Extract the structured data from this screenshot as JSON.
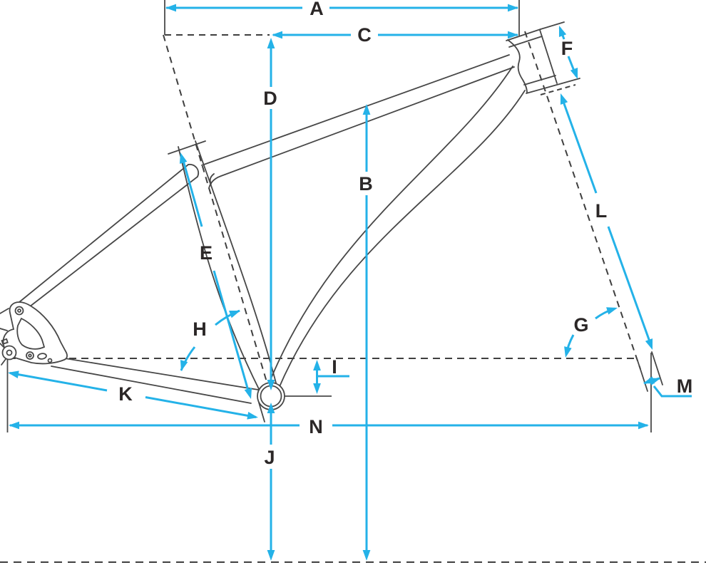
{
  "diagram": {
    "kind": "bicycle-frame-geometry",
    "dims": [
      {
        "id": "A",
        "letter": "A"
      },
      {
        "id": "B",
        "letter": "B"
      },
      {
        "id": "C",
        "letter": "C"
      },
      {
        "id": "D",
        "letter": "D"
      },
      {
        "id": "E",
        "letter": "E"
      },
      {
        "id": "F",
        "letter": "F"
      },
      {
        "id": "G",
        "letter": "G"
      },
      {
        "id": "H",
        "letter": "H"
      },
      {
        "id": "I",
        "letter": "I"
      },
      {
        "id": "J",
        "letter": "J"
      },
      {
        "id": "K",
        "letter": "K"
      },
      {
        "id": "L",
        "letter": "L"
      },
      {
        "id": "M",
        "letter": "M"
      },
      {
        "id": "N",
        "letter": "N"
      }
    ],
    "colors": {
      "dimension_accent": "#24b2e8",
      "frame_outline": "#474747",
      "reference_dash": "#3f3f3f",
      "label_text": "#2b2727",
      "background": "#ffffff"
    }
  }
}
